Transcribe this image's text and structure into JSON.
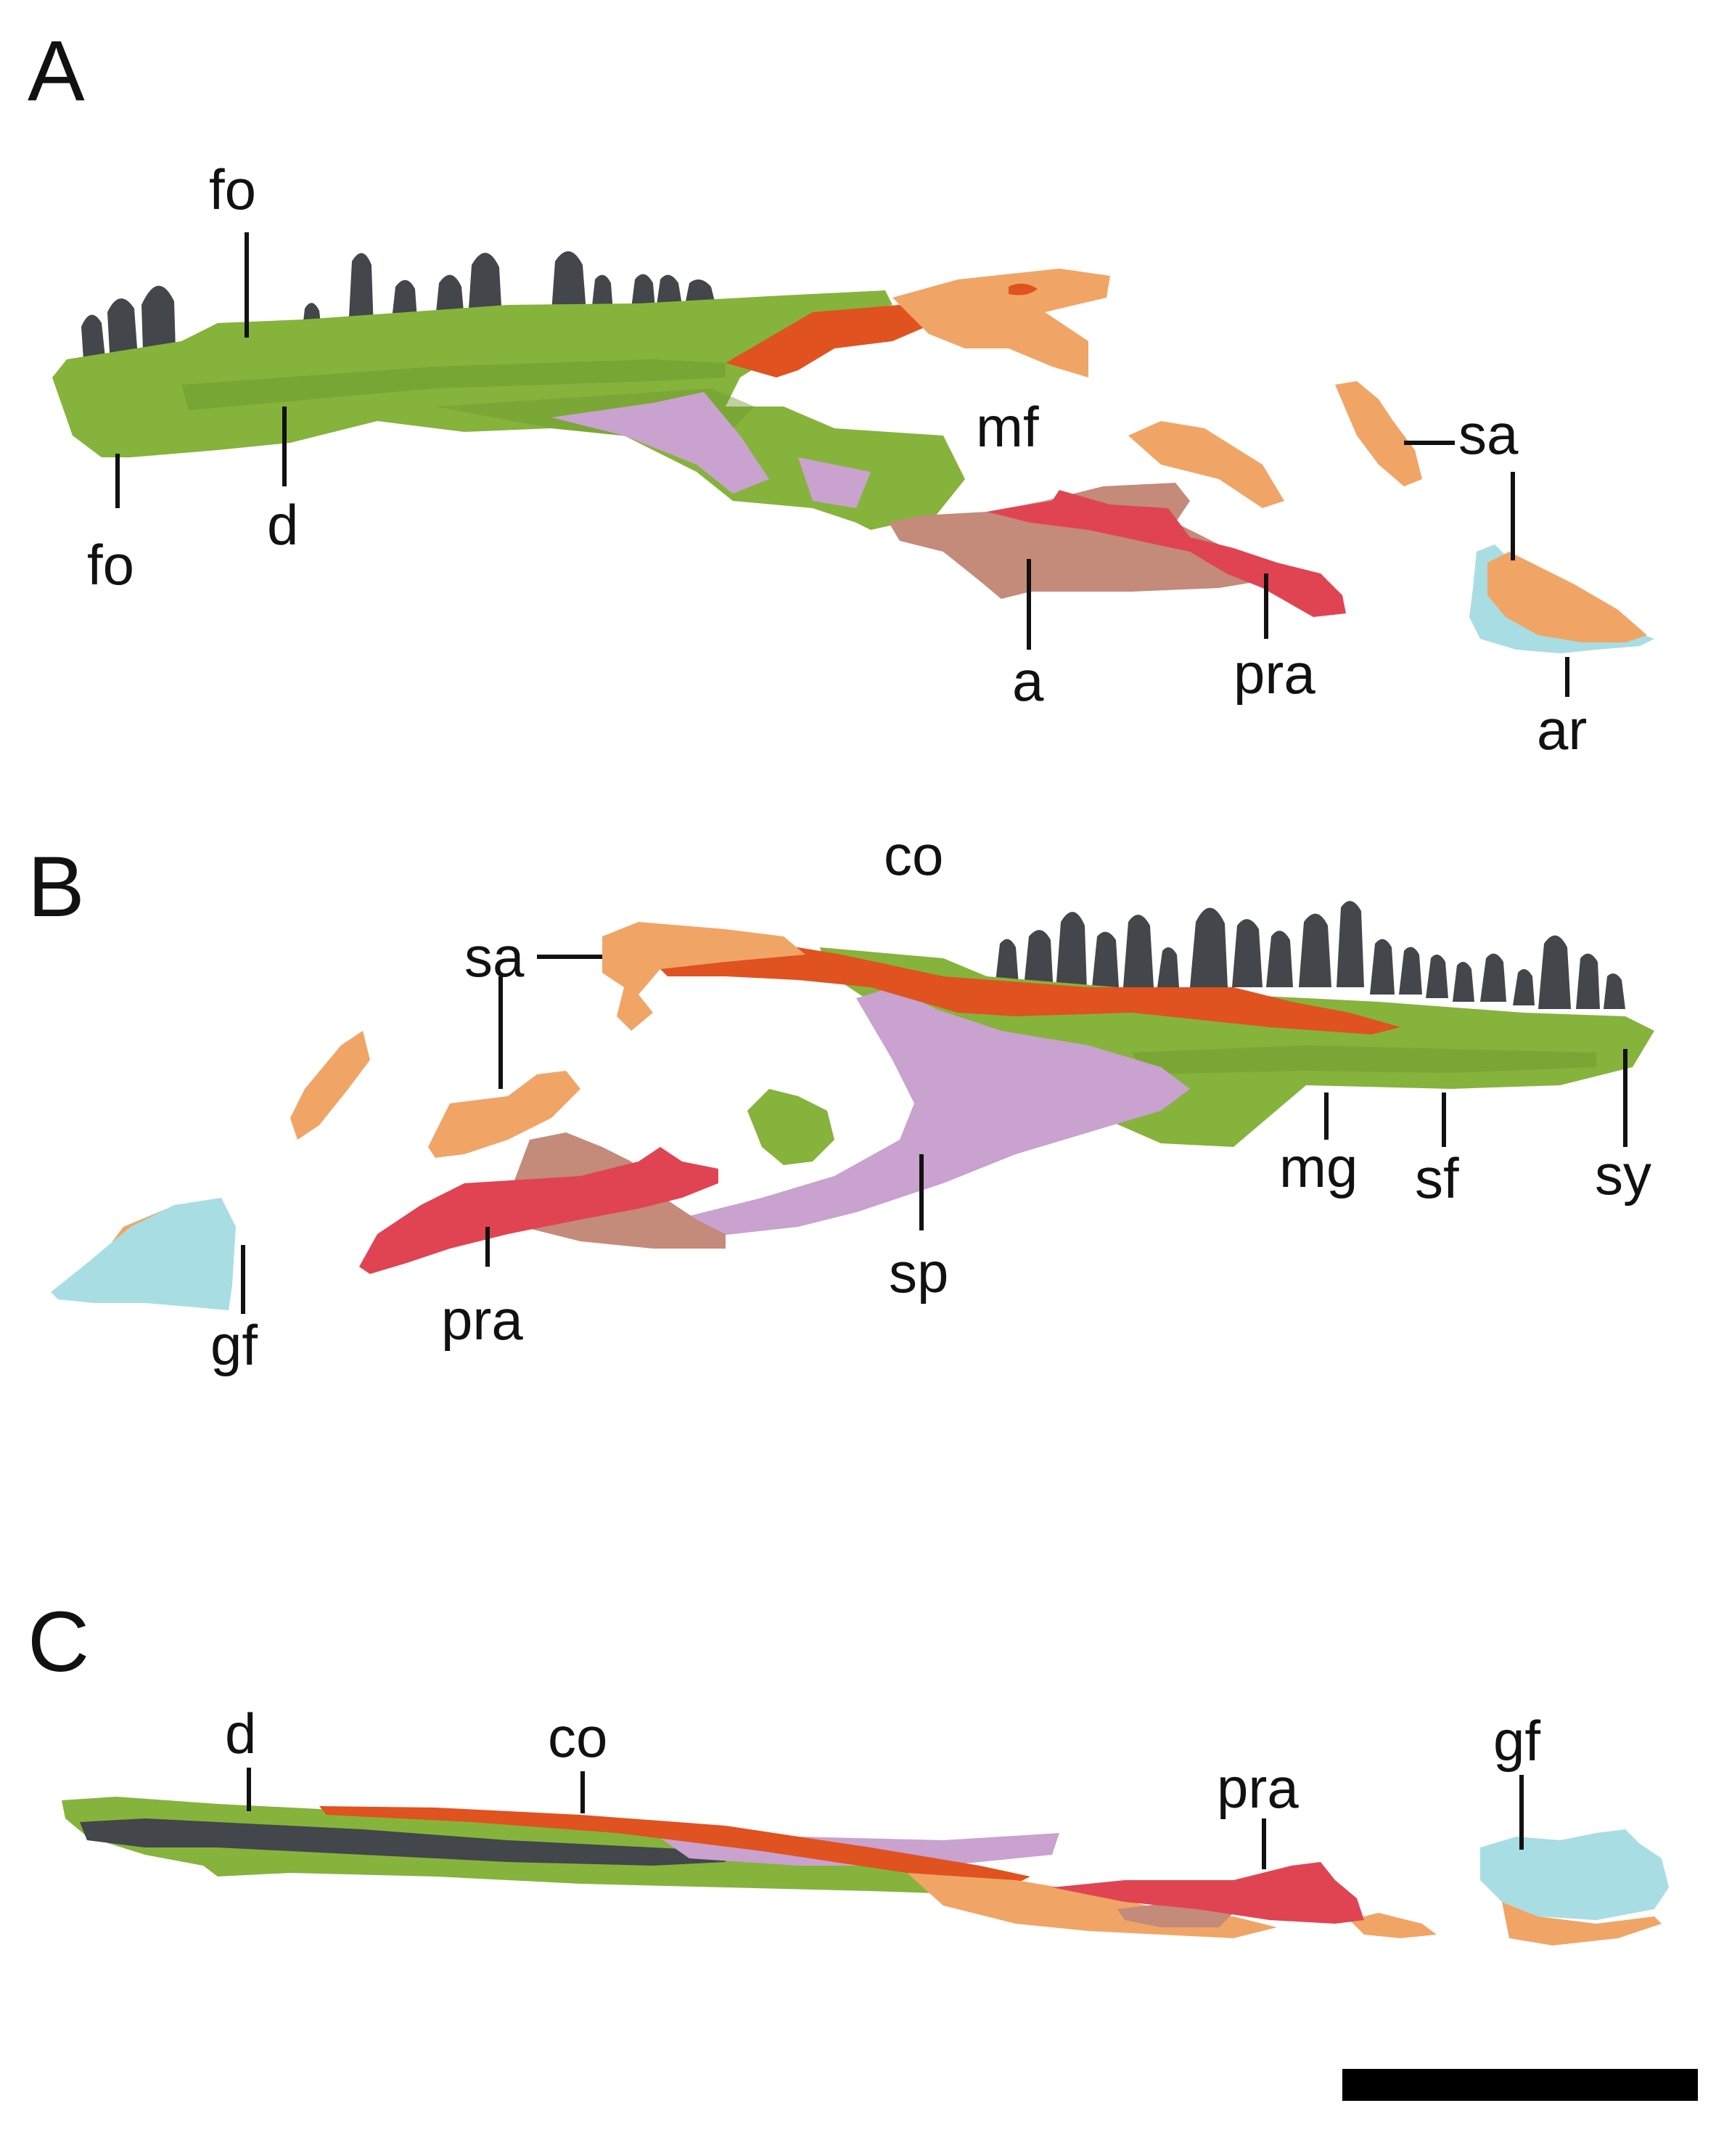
{
  "colors": {
    "dentary": "#86b33c",
    "dentary_dark": "#6e9a2e",
    "teeth": "#43464a",
    "coronoid": "#e0521f",
    "surangular": "#f0a566",
    "angular": "#c48a7a",
    "prearticular": "#e04452",
    "splenial": "#c9a2cf",
    "articular": "#a8dde4",
    "scale_bar": "#000000"
  },
  "panels": [
    {
      "letter": "A",
      "labels": {
        "fo_top": "fo",
        "fo_bottom": "fo",
        "d": "d",
        "mf": "mf",
        "sa": "sa",
        "a": "a",
        "pra": "pra",
        "ar": "ar"
      }
    },
    {
      "letter": "B",
      "labels": {
        "co": "co",
        "sa": "sa",
        "pra": "pra",
        "gf": "gf",
        "sp": "sp",
        "mg": "mg",
        "sf": "sf",
        "sy": "sy"
      }
    },
    {
      "letter": "C",
      "labels": {
        "d": "d",
        "co": "co",
        "pra": "pra",
        "gf": "gf"
      }
    }
  ]
}
